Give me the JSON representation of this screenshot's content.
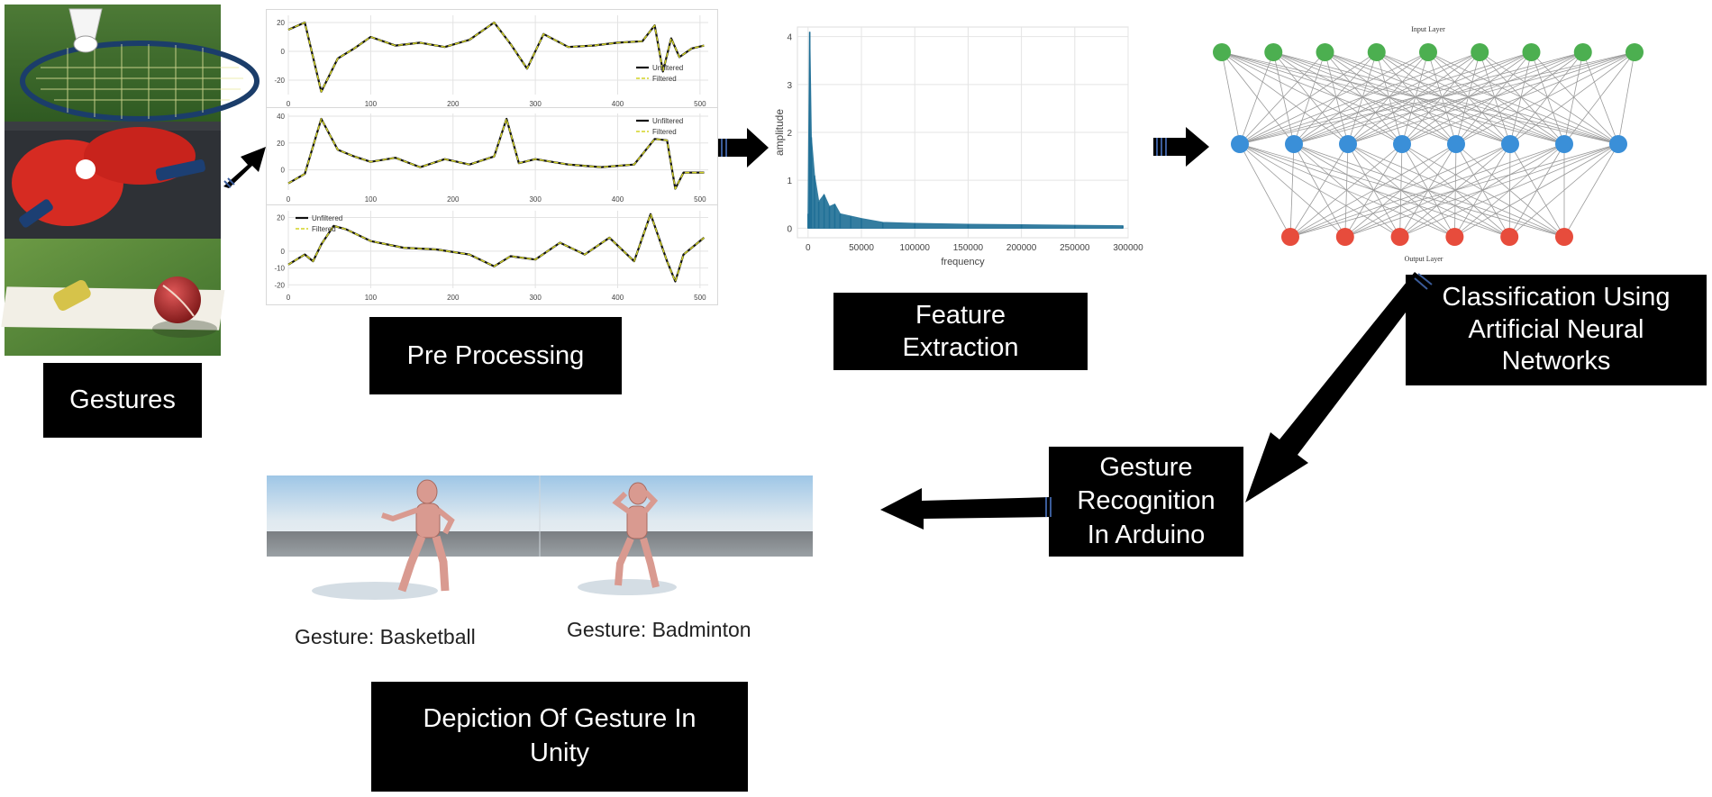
{
  "labels": {
    "gestures": "Gestures",
    "pre_processing": "Pre Processing",
    "feature_extraction": "Feature\nExtraction",
    "classification": "Classification Using\nArtificial Neural\nNetworks",
    "recognition": "Gesture\nRecognition\nIn Arduino",
    "depiction": "Depiction Of Gesture In\nUnity"
  },
  "unity": {
    "caption_left": "Gesture: Basketball",
    "caption_right": "Gesture: Badminton"
  },
  "network": {
    "input_label": "Input Layer",
    "output_label": "Output Layer",
    "input_count": 9,
    "hidden_count": 8,
    "output_count": 6,
    "colors": {
      "input": "#4caf50",
      "hidden": "#3a8fd8",
      "output": "#e74c3c",
      "edge": "#9a9a9a"
    }
  },
  "chart_data": [
    {
      "type": "line",
      "x": [
        0,
        20,
        40,
        60,
        80,
        100,
        130,
        160,
        190,
        220,
        250,
        270,
        290,
        310,
        340,
        370,
        400,
        430,
        445,
        455,
        465,
        475,
        490,
        505
      ],
      "series": [
        {
          "name": "Unfiltered",
          "values": [
            15,
            20,
            -28,
            -5,
            2,
            10,
            4,
            6,
            3,
            8,
            20,
            5,
            -12,
            12,
            3,
            4,
            6,
            7,
            18,
            -14,
            9,
            -4,
            2,
            4
          ]
        },
        {
          "name": "Filtered",
          "values": [
            15,
            20,
            -28,
            -5,
            2,
            10,
            4,
            6,
            3,
            8,
            20,
            5,
            -12,
            12,
            3,
            4,
            6,
            7,
            18,
            -14,
            9,
            -4,
            2,
            4
          ]
        }
      ],
      "xlim": [
        0,
        510
      ],
      "ylim": [
        -30,
        25
      ],
      "xticks": [
        0,
        100,
        200,
        300,
        400,
        500
      ],
      "yticks": [
        20,
        0,
        -20
      ],
      "legend": "lower-right",
      "grid": true
    },
    {
      "type": "line",
      "x": [
        0,
        20,
        40,
        60,
        80,
        100,
        130,
        160,
        190,
        220,
        250,
        265,
        280,
        300,
        340,
        380,
        420,
        445,
        460,
        470,
        480,
        505
      ],
      "series": [
        {
          "name": "Unfiltered",
          "values": [
            -10,
            -3,
            38,
            15,
            10,
            6,
            9,
            2,
            8,
            4,
            10,
            38,
            5,
            8,
            4,
            2,
            4,
            23,
            22,
            -14,
            -2,
            -2
          ]
        },
        {
          "name": "Filtered",
          "values": [
            -10,
            -3,
            38,
            15,
            10,
            6,
            9,
            2,
            8,
            4,
            10,
            38,
            5,
            8,
            4,
            2,
            4,
            23,
            22,
            -14,
            -2,
            -2
          ]
        }
      ],
      "xlim": [
        0,
        510
      ],
      "ylim": [
        -15,
        42
      ],
      "xticks": [
        0,
        100,
        200,
        300,
        400,
        500
      ],
      "yticks": [
        40,
        20,
        0
      ],
      "legend": "top-right",
      "grid": true
    },
    {
      "type": "line",
      "x": [
        0,
        20,
        30,
        40,
        55,
        70,
        100,
        140,
        180,
        220,
        250,
        270,
        300,
        330,
        360,
        390,
        420,
        440,
        460,
        470,
        480,
        505
      ],
      "series": [
        {
          "name": "Unfiltered",
          "values": [
            -8,
            -2,
            -6,
            4,
            15,
            13,
            6,
            2,
            1,
            -2,
            -9,
            -3,
            -5,
            5,
            -2,
            8,
            -6,
            22,
            -6,
            -18,
            -2,
            8
          ]
        },
        {
          "name": "Filtered",
          "values": [
            -8,
            -2,
            -6,
            4,
            15,
            13,
            6,
            2,
            1,
            -2,
            -9,
            -3,
            -5,
            5,
            -2,
            8,
            -6,
            22,
            -6,
            -18,
            -2,
            8
          ]
        }
      ],
      "xlim": [
        0,
        510
      ],
      "ylim": [
        -22,
        24
      ],
      "xticks": [
        0,
        100,
        200,
        300,
        400,
        500
      ],
      "yticks": [
        20,
        0,
        -10,
        -20
      ],
      "legend": "top-left",
      "grid": true
    },
    {
      "type": "area",
      "x": [
        0,
        1500,
        3000,
        6000,
        10000,
        15000,
        20000,
        25000,
        30000,
        40000,
        50000,
        70000,
        100000,
        150000,
        200000,
        250000,
        295000
      ],
      "values": [
        0.3,
        4.1,
        1.9,
        1.1,
        0.55,
        0.7,
        0.45,
        0.5,
        0.3,
        0.25,
        0.2,
        0.12,
        0.1,
        0.08,
        0.07,
        0.06,
        0.05
      ],
      "xlabel": "frequency",
      "ylabel": "amplitude",
      "xlim": [
        -10000,
        300000
      ],
      "ylim": [
        -0.2,
        4.2
      ],
      "xticks": [
        0,
        50000,
        100000,
        150000,
        200000,
        250000,
        300000
      ],
      "yticks": [
        0,
        1,
        2,
        3,
        4
      ],
      "color": "#1f6f96",
      "grid": true
    }
  ]
}
